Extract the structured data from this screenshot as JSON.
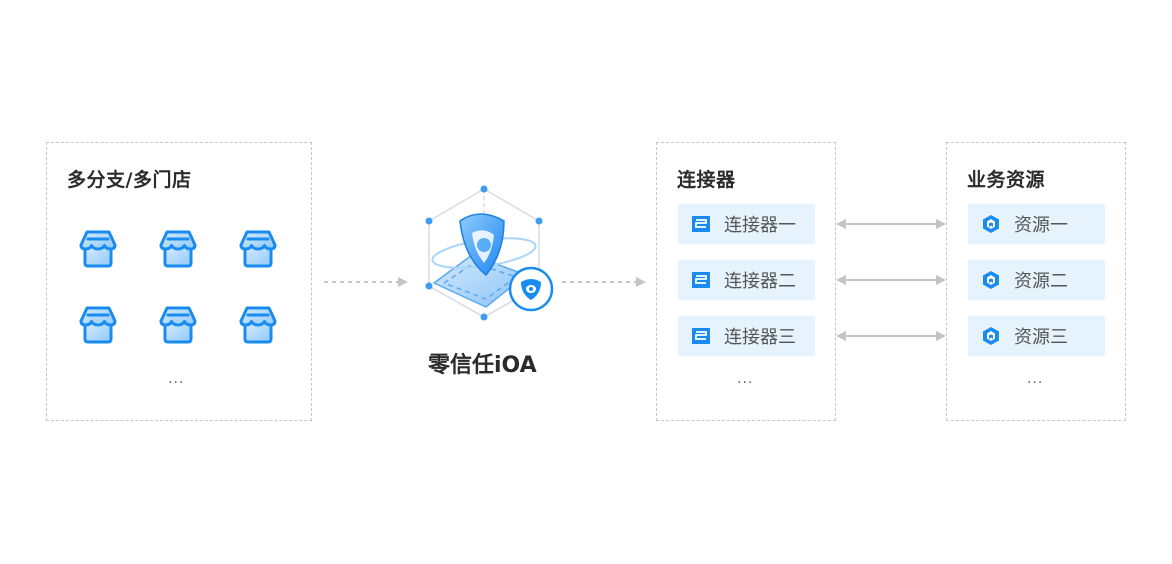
{
  "colors": {
    "accent": "#1a8cf0",
    "item_bg": "#e6f3fd",
    "border": "#c7c7c7",
    "arrow": "#c4c4c8",
    "title_text": "#2b2b2b",
    "item_text": "#555555"
  },
  "branches": {
    "title": "多分支/多门店",
    "store_icon": "store-icon",
    "store_count": 6,
    "more": "..."
  },
  "center": {
    "title": "零信任iOA",
    "icon": "shield-platform-icon",
    "badge_icon": "ioa-logo-icon"
  },
  "connectors": {
    "title": "连接器",
    "item_icon": "connector-icon",
    "items": [
      "连接器一",
      "连接器二",
      "连接器三"
    ],
    "more": "..."
  },
  "resources": {
    "title": "业务资源",
    "item_icon": "resource-hexagon-icon",
    "items": [
      "资源一",
      "资源二",
      "资源三"
    ],
    "more": "..."
  },
  "flows": [
    {
      "from": "多分支/多门店",
      "to": "零信任iOA",
      "style": "dashed",
      "direction": "forward"
    },
    {
      "from": "零信任iOA",
      "to": "连接器",
      "style": "dashed",
      "direction": "forward"
    },
    {
      "from": "连接器一",
      "to": "资源一",
      "style": "solid",
      "direction": "bidirectional"
    },
    {
      "from": "连接器二",
      "to": "资源二",
      "style": "solid",
      "direction": "bidirectional"
    },
    {
      "from": "连接器三",
      "to": "资源三",
      "style": "solid",
      "direction": "bidirectional"
    }
  ]
}
